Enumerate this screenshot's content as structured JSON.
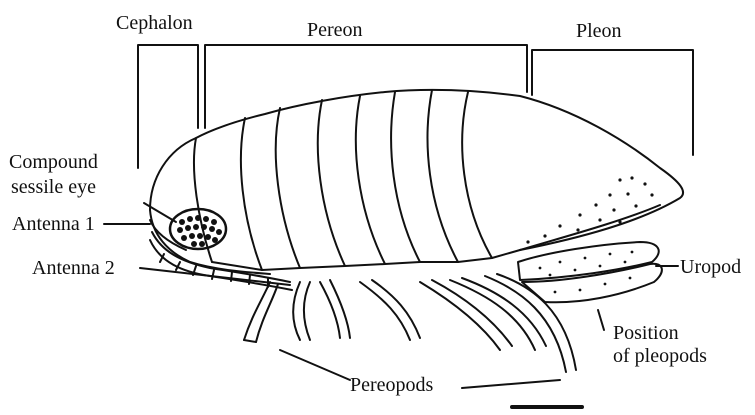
{
  "diagram": {
    "labels": {
      "cephalon": "Cephalon",
      "pereon": "Pereon",
      "pleon": "Pleon",
      "compound_eye_line1": "Compound",
      "compound_eye_line2": "sessile eye",
      "antenna1": "Antenna 1",
      "antenna2": "Antenna 2",
      "uropod": "Uropod",
      "pleopods_line1": "Position",
      "pleopods_line2": "of pleopods",
      "pereopods": "Pereopods"
    },
    "colors": {
      "ink": "#111111",
      "background": "#ffffff"
    }
  }
}
